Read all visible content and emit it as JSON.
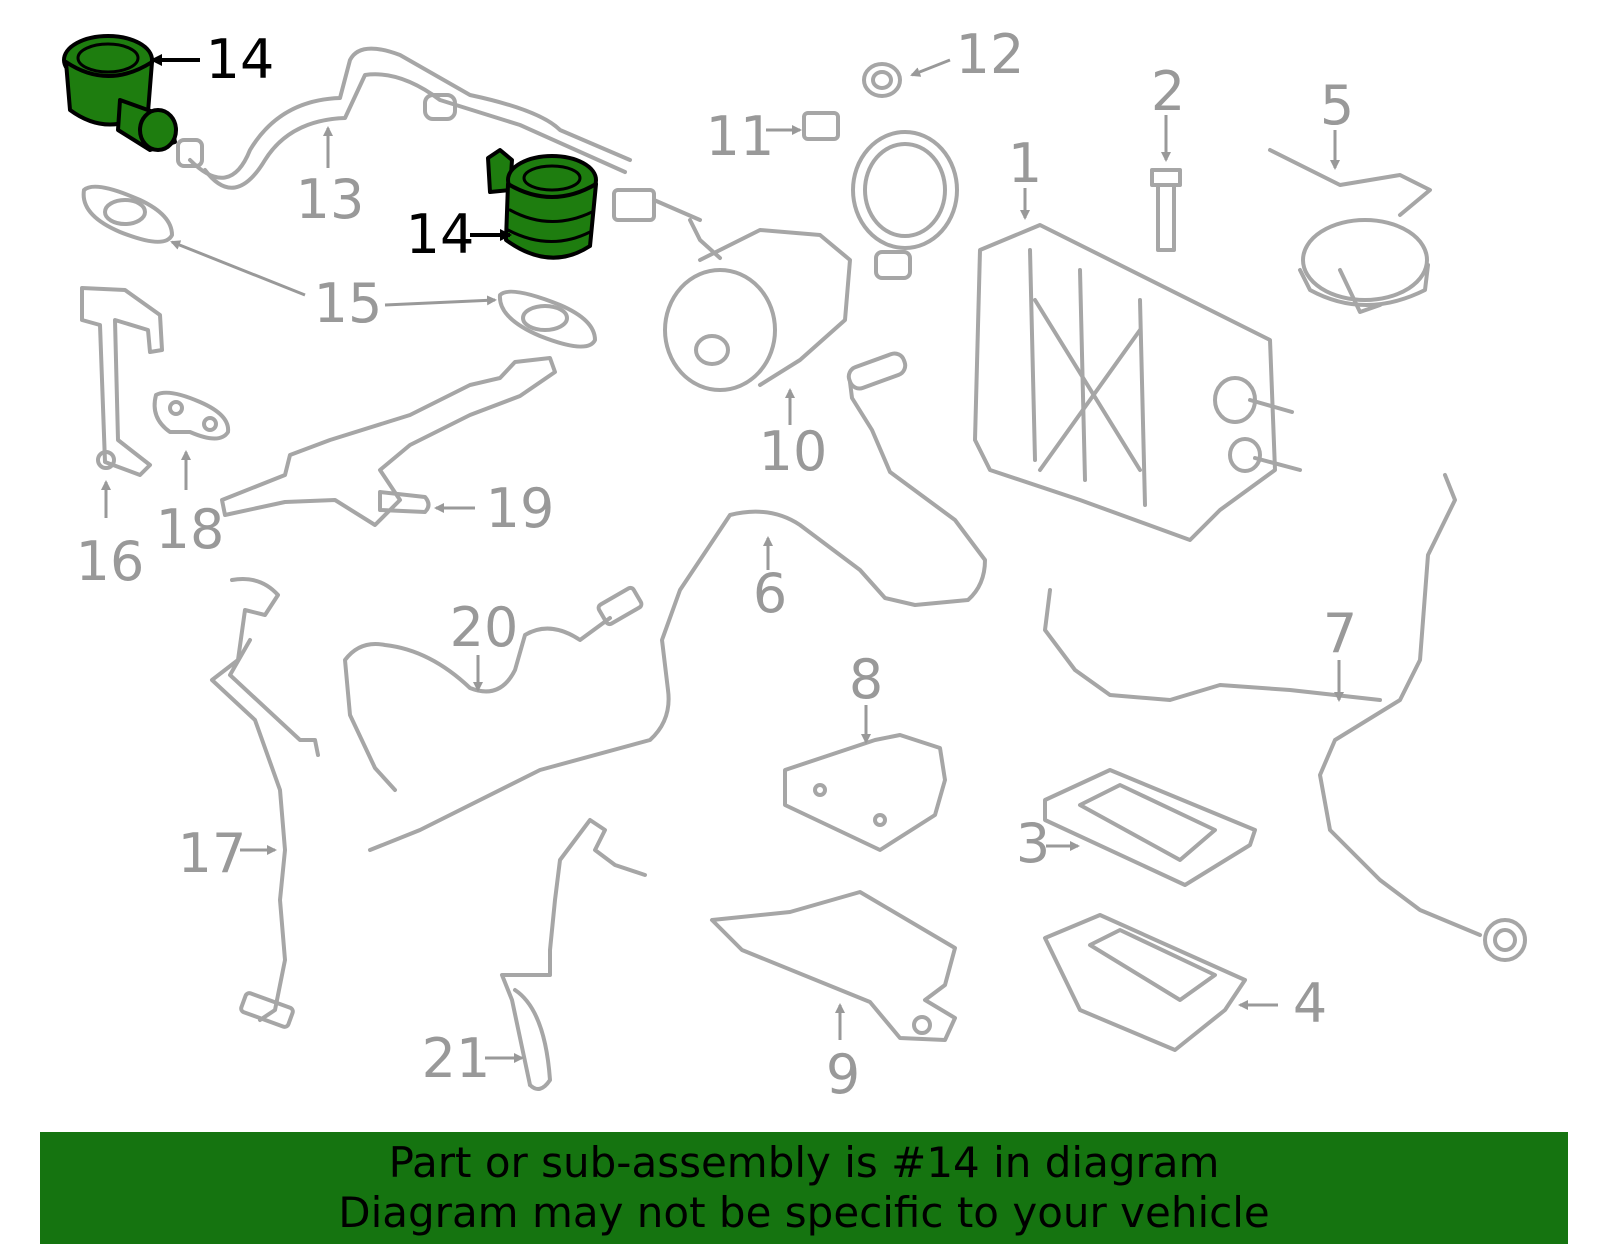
{
  "colors": {
    "highlight": "#1e7d0f",
    "banner": "#157410",
    "part_stroke": "#a6a6a6",
    "callout_text": "#999999"
  },
  "callouts": {
    "c1": "1",
    "c2": "2",
    "c3": "3",
    "c4": "4",
    "c5": "5",
    "c6": "6",
    "c7": "7",
    "c8": "8",
    "c9": "9",
    "c10": "10",
    "c11": "11",
    "c12": "12",
    "c13": "13",
    "c14a": "14",
    "c14b": "14",
    "c15": "15",
    "c16": "16",
    "c17": "17",
    "c18": "18",
    "c19": "19",
    "c20": "20",
    "c21": "21"
  },
  "banner": {
    "line1": "Part or sub-assembly is #14 in diagram",
    "line2": "Diagram may not be specific to your vehicle"
  }
}
